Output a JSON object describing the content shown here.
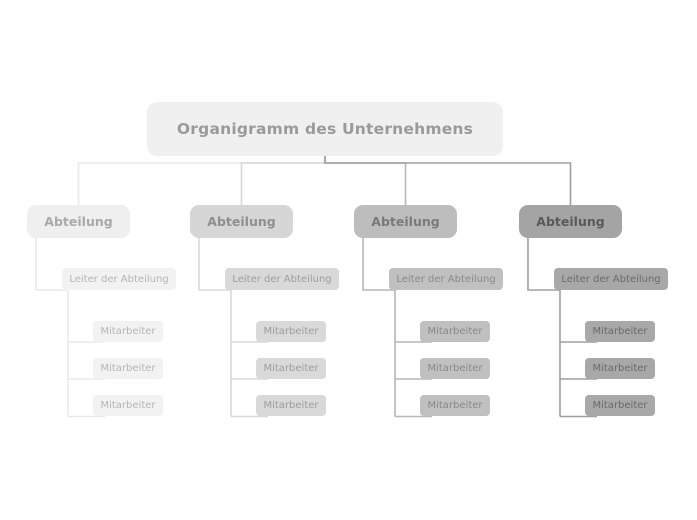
{
  "diagram_type": "org-chart",
  "title": {
    "text": "Organigramm des Unternehmens",
    "bg": "#f0f0f0",
    "color": "#9a9a9a"
  },
  "branches": [
    {
      "department": "Abteilung",
      "leader": "Leiter der Abteilung",
      "employees": [
        "Mitarbeiter",
        "Mitarbeiter",
        "Mitarbeiter"
      ],
      "colors": {
        "line": "#e9e9e9",
        "dept_bg": "#efefef",
        "dept_text": "#a9a9a9",
        "node_bg": "#f2f2f2",
        "node_text": "#b5b5b5"
      }
    },
    {
      "department": "Abteilung",
      "leader": "Leiter der Abteilung",
      "employees": [
        "Mitarbeiter",
        "Mitarbeiter",
        "Mitarbeiter"
      ],
      "colors": {
        "line": "#d8d8d8",
        "dept_bg": "#d6d6d6",
        "dept_text": "#8f8f8f",
        "node_bg": "#d9d9d9",
        "node_text": "#9d9d9d"
      }
    },
    {
      "department": "Abteilung",
      "leader": "Leiter der Abteilung",
      "employees": [
        "Mitarbeiter",
        "Mitarbeiter",
        "Mitarbeiter"
      ],
      "colors": {
        "line": "#b6b6b6",
        "dept_bg": "#bdbdbd",
        "dept_text": "#7a7a7a",
        "node_bg": "#c0c0c0",
        "node_text": "#898989"
      }
    },
    {
      "department": "Abteilung",
      "leader": "Leiter der Abteilung",
      "employees": [
        "Mitarbeiter",
        "Mitarbeiter",
        "Mitarbeiter"
      ],
      "colors": {
        "line": "#a0a0a0",
        "dept_bg": "#a4a4a4",
        "dept_text": "#595959",
        "node_bg": "#a8a8a8",
        "node_text": "#6a6a6a"
      }
    }
  ]
}
